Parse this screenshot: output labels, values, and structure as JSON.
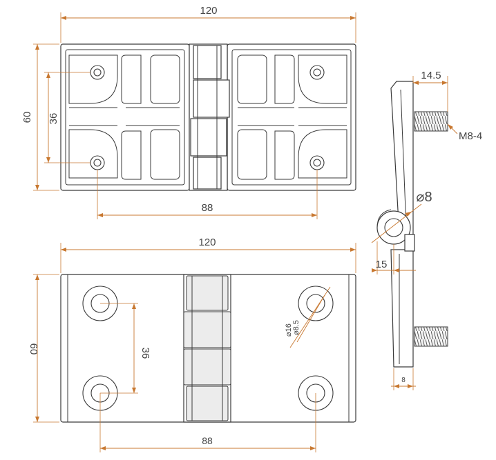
{
  "top_view": {
    "overall_width": "120",
    "overall_height": "60",
    "hole_spacing_vertical": "36",
    "hole_spacing_horizontal": "88"
  },
  "bottom_view": {
    "overall_width": "120",
    "overall_height": "60",
    "hole_spacing_vertical": "36",
    "hole_spacing_horizontal": "88",
    "hole_diameter_inner": "⌀8.5",
    "hole_diameter_outer": "⌀16"
  },
  "side_view": {
    "bolt_length": "14.5",
    "bolt_spec": "M8-4",
    "pin_diameter": "⌀8",
    "knuckle_offset": "15",
    "plate_thickness": "8"
  },
  "colors": {
    "dimension": "#c87830",
    "outline": "#3a3a3a"
  }
}
